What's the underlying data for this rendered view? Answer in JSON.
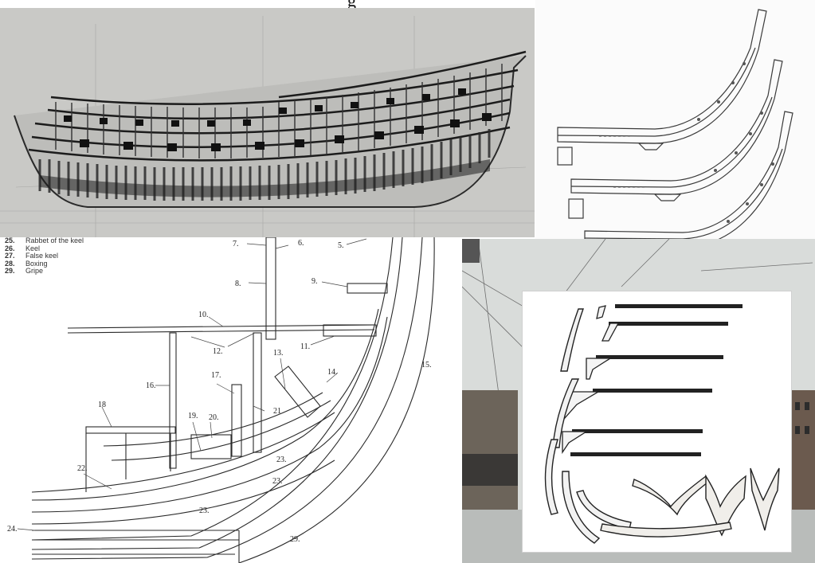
{
  "top_glyph": "g",
  "legend": [
    {
      "num": "25.",
      "label": "Rabbet of the keel"
    },
    {
      "num": "26.",
      "label": "Keel"
    },
    {
      "num": "27.",
      "label": "False keel"
    },
    {
      "num": "28.",
      "label": "Boxing"
    },
    {
      "num": "29.",
      "label": "Gripe"
    }
  ],
  "callouts": [
    "7.",
    "6.",
    "5.",
    "8.",
    "9.",
    "10.",
    "12.",
    "11.",
    "13.",
    "15.",
    "14.",
    "16.",
    "17.",
    "21",
    "18",
    "19.",
    "20.",
    "22.",
    "23.",
    "23.",
    "23.",
    "24.",
    "29."
  ]
}
